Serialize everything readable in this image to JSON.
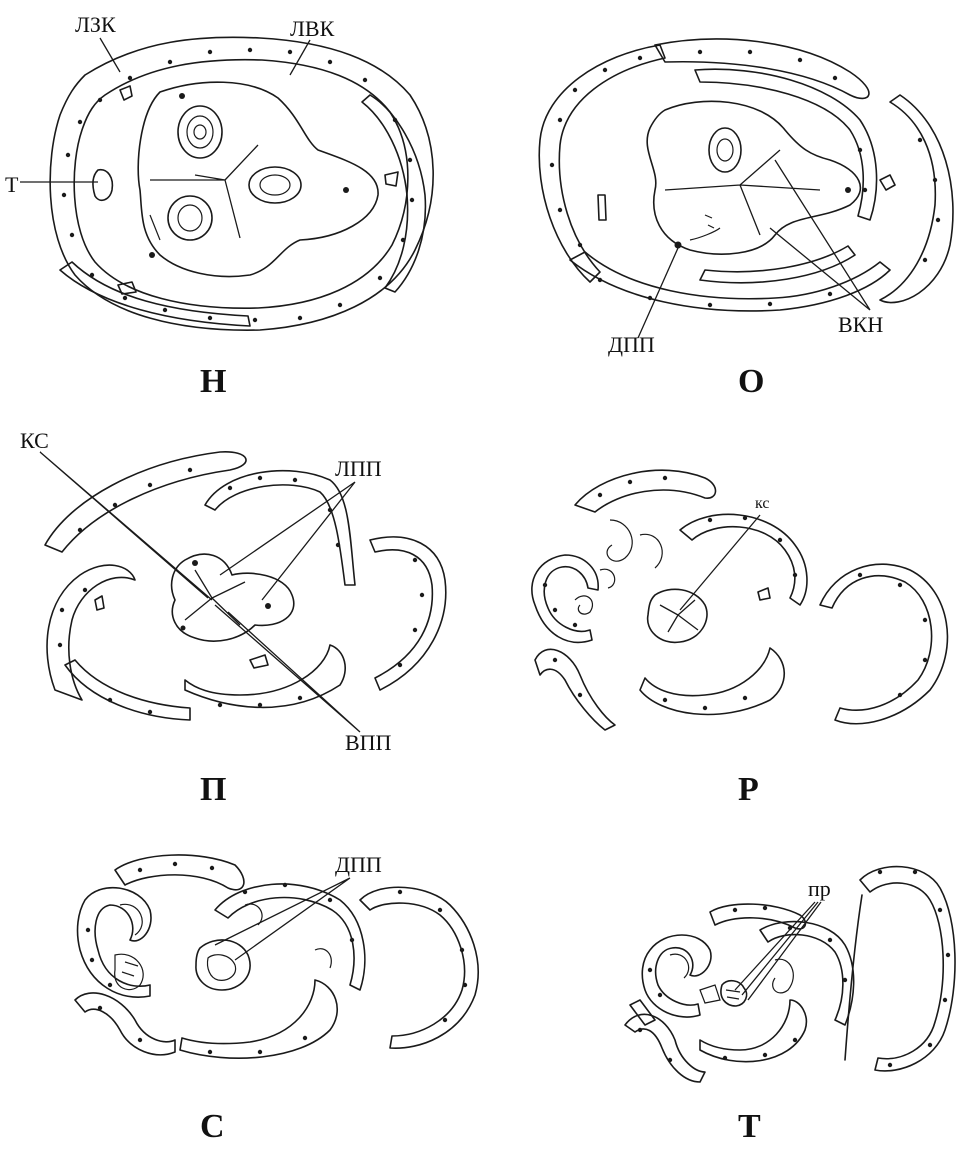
{
  "panels": [
    {
      "letter": "Н",
      "labels": {
        "lzk": "ЛЗК",
        "lvk": "ЛВК",
        "t": "Т"
      }
    },
    {
      "letter": "О",
      "labels": {
        "dpp": "ДПП",
        "vkn": "ВКН"
      }
    },
    {
      "letter": "П",
      "labels": {
        "ks": "КС",
        "lpp": "ЛПП",
        "vpp": "ВПП"
      }
    },
    {
      "letter": "Р",
      "labels": {
        "ks": "кс"
      }
    },
    {
      "letter": "С",
      "labels": {
        "dpp": "ДПП"
      }
    },
    {
      "letter": "Т",
      "labels": {
        "pr": "пр"
      }
    }
  ]
}
